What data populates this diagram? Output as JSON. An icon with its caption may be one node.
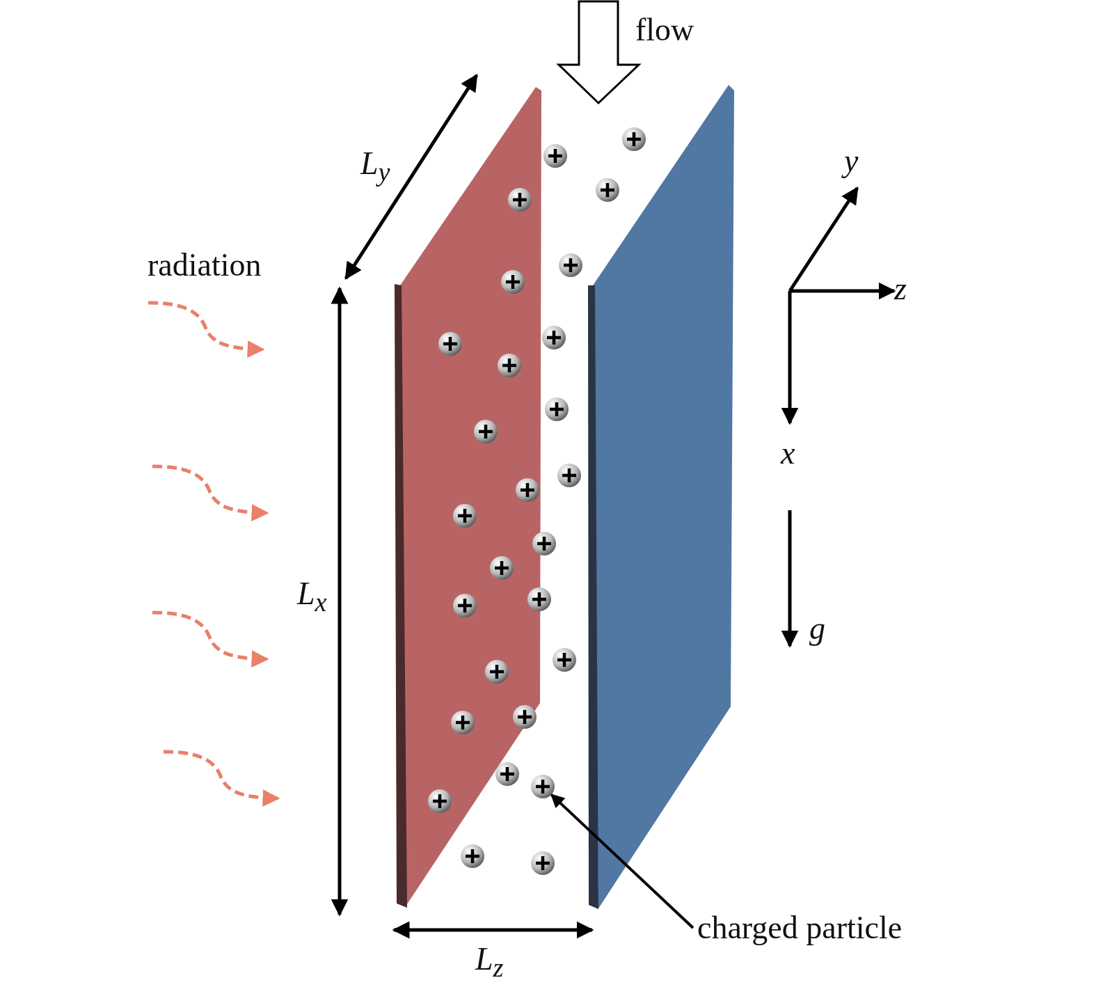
{
  "diagram": {
    "nodes": [
      {
        "text": [
          "charged particle"
        ]
      },
      {
        "text": [],
        "shape": "circle"
      }
    ],
    "edges": [
      {
        "from": 0,
        "to": 1,
        "arrow": "to"
      }
    ],
    "labels": [
      "flow",
      "L$_{y}$",
      "radiation",
      "y",
      "z",
      "x",
      "L$_{x}$",
      "g",
      "L$_{z}$"
    ]
  }
}
